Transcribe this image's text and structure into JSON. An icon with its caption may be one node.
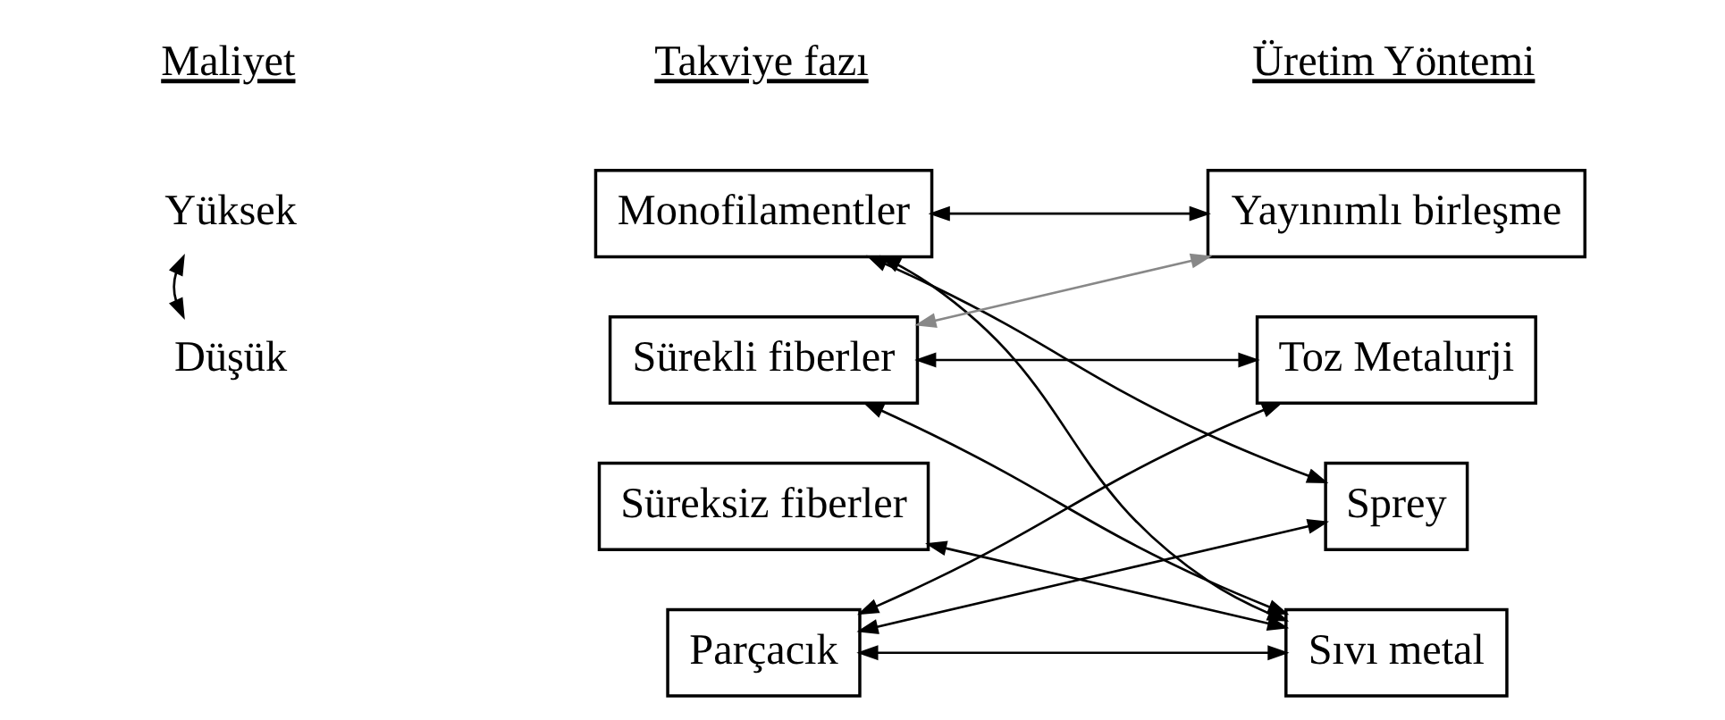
{
  "diagram": {
    "nodes": [
      {
        "text": [
          "Yüksek"
        ]
      },
      {
        "text": [
          "Monofilamentler"
        ]
      },
      {
        "text": [
          "Yayınımlı birleşme"
        ]
      },
      {
        "text": [
          "Sürekli fiberler"
        ]
      },
      {
        "text": [
          "Toz Metalurji"
        ]
      },
      {
        "text": [
          "Süreksiz fiberler"
        ]
      },
      {
        "text": [
          "Sprey"
        ]
      },
      {
        "text": [
          "Düşük"
        ]
      },
      {
        "text": [
          "Parçacık"
        ]
      },
      {
        "text": [
          "Sıvı metal"
        ]
      }
    ],
    "edges": [
      {
        "from": 0,
        "to": 7,
        "arrow": "both"
      },
      {
        "from": 1,
        "to": 2,
        "arrow": "both"
      },
      {
        "from": 3,
        "to": 2,
        "arrow": "both",
        "color": "#888888"
      },
      {
        "from": 3,
        "to": 4,
        "arrow": "both"
      },
      {
        "from": 1,
        "to": 6,
        "arrow": "both"
      },
      {
        "from": 1,
        "to": 9,
        "arrow": "both"
      },
      {
        "from": 3,
        "to": 9,
        "arrow": "both"
      },
      {
        "from": 5,
        "to": 9,
        "arrow": "both"
      },
      {
        "from": 8,
        "to": 4,
        "arrow": "both"
      },
      {
        "from": 8,
        "to": 6,
        "arrow": "both"
      },
      {
        "from": 8,
        "to": 9,
        "arrow": "both"
      }
    ],
    "labels": [
      "Maliyet",
      "Takviye fazı",
      "Üretim Yöntemi"
    ]
  }
}
